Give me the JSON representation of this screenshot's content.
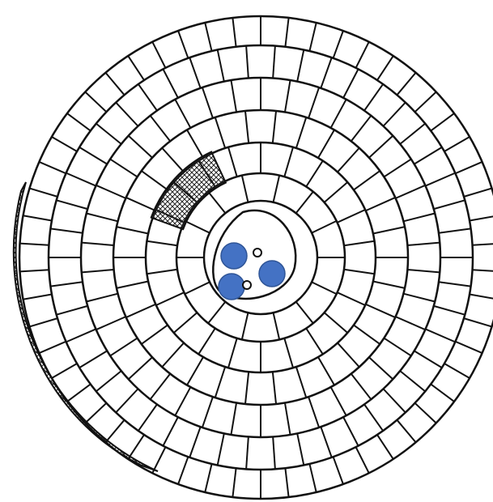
{
  "diagram": {
    "rings": [
      {
        "name": "ring-1",
        "segments": 14
      },
      {
        "name": "ring-2",
        "segments": 22
      },
      {
        "name": "ring-3",
        "segments": 30
      },
      {
        "name": "ring-4",
        "segments": 38
      },
      {
        "name": "ring-5",
        "segments": 46
      },
      {
        "name": "ring-6",
        "segments": 54
      }
    ],
    "circles": 3,
    "dots": 2,
    "colors": {
      "stroke": "#111111",
      "background": "#ffffff",
      "circle_fill": "#4472c4",
      "circle_stroke": "#2f5597",
      "hatch": "#222222"
    }
  }
}
